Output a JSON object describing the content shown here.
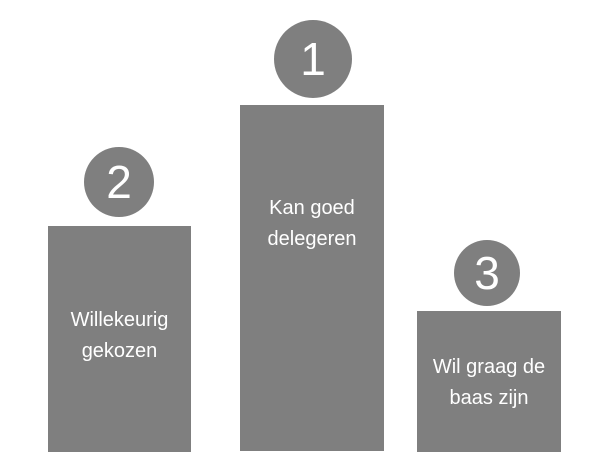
{
  "podium": [
    {
      "rank": "1",
      "label": "Kan goed delegeren",
      "lines": [
        "Kan goed",
        "delegeren"
      ]
    },
    {
      "rank": "2",
      "label": "Willekeurig gekozen",
      "lines": [
        "Willekeurig",
        "gekozen"
      ]
    },
    {
      "rank": "3",
      "label": "Wil graag de baas zijn",
      "lines": [
        "Wil graag de",
        "baas zijn"
      ]
    }
  ],
  "colors": {
    "block": "#7f7f7f",
    "text": "#ffffff",
    "background": "#ffffff"
  }
}
